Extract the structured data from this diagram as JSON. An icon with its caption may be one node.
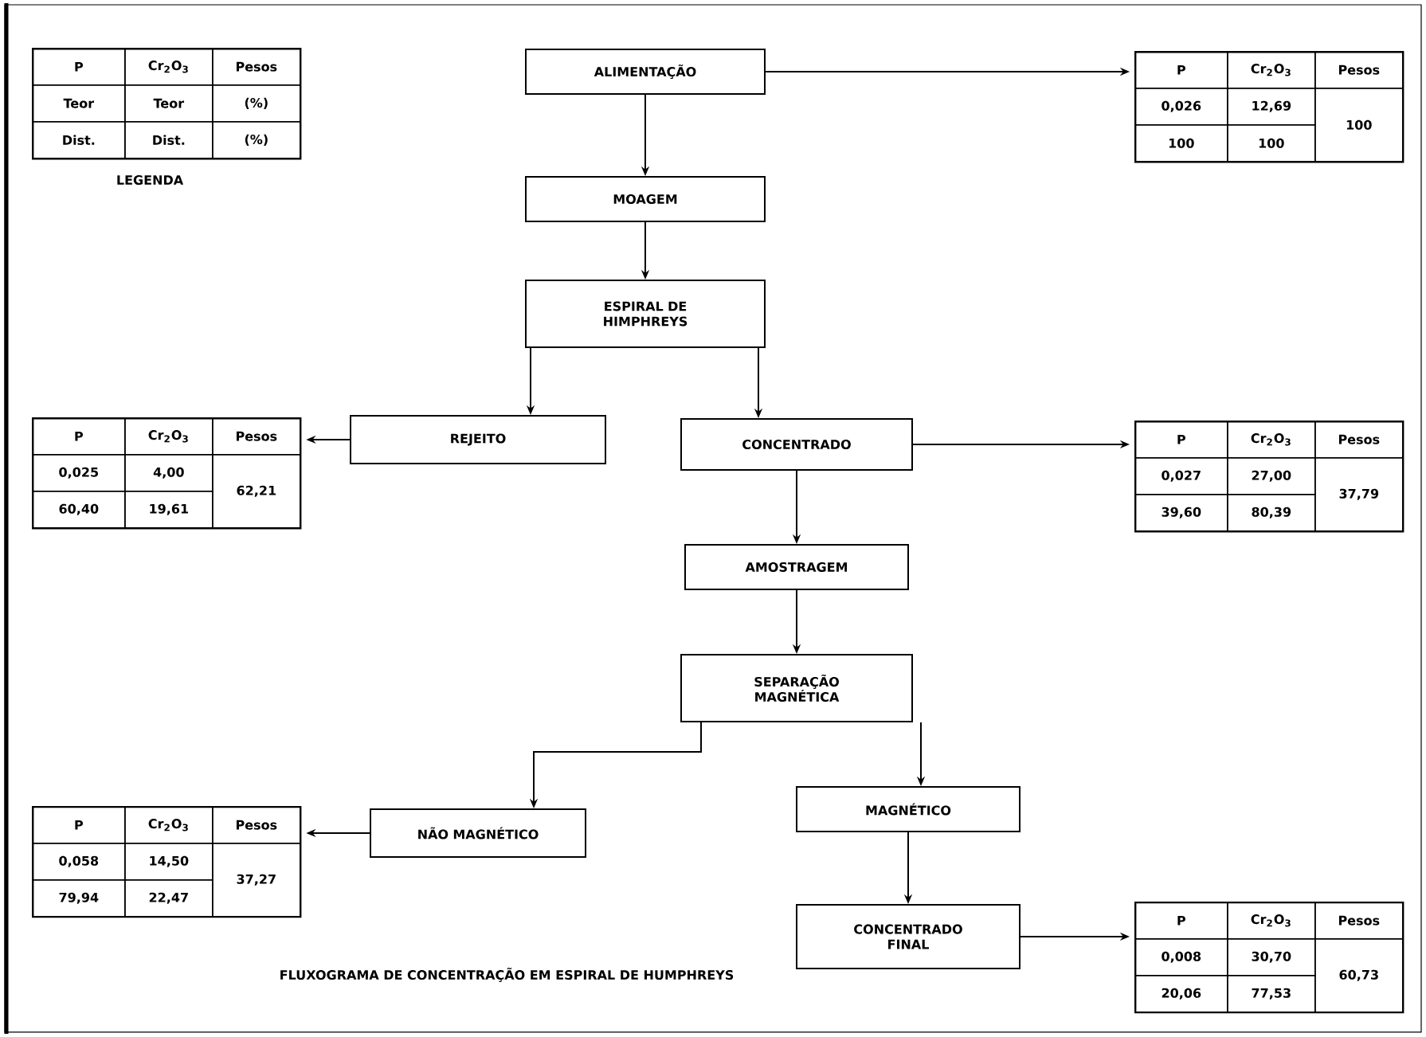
{
  "diagram": {
    "caption": "FLUXOGRAMA DE CONCENTRAÇÃO EM ESPIRAL DE HUMPHREYS",
    "nodes": [
      {
        "text": [
          "ALIMENTAÇÃO"
        ]
      },
      {
        "text": [
          "MOAGEM"
        ]
      },
      {
        "text": [
          "ESPIRAL DE HIMPHREYS"
        ]
      },
      {
        "text": [
          "REJEITO"
        ]
      },
      {
        "text": [
          "CONCENTRADO"
        ]
      },
      {
        "text": [
          "AMOSTRAGEM"
        ]
      },
      {
        "text": [
          "SEPARAÇÃO MAGNÉTICA"
        ]
      },
      {
        "text": [
          "NÃO MAGNÉTICO"
        ]
      },
      {
        "text": [
          "MAGNÉTICO"
        ]
      },
      {
        "text": [
          "CONCENTRADO FINAL"
        ]
      },
      {
        "text": [
          "P",
          "Cr$_{2}$O$_{3}$",
          "Pesos",
          "Teor",
          "Teor",
          "(%)",
          "Dist.",
          "Dist.",
          "(%)"
        ],
        "beside": [
          "LEGENDA"
        ]
      },
      {
        "text": [
          "P",
          "Cr$_{2}$O$_{3}$",
          "Pesos",
          "0,026",
          "12,69",
          "100",
          "100",
          "100"
        ]
      },
      {
        "text": [
          "P",
          "Cr$_{2}$O$_{3}$",
          "Pesos",
          "0,025",
          "4,00",
          "62,21",
          "60,40",
          "19,61"
        ]
      },
      {
        "text": [
          "P",
          "Cr$_{2}$O$_{3}$",
          "Pesos",
          "0,027",
          "27,00",
          "37,79",
          "39,60",
          "80,39"
        ]
      },
      {
        "text": [
          "P",
          "Cr$_{2}$O$_{3}$",
          "Pesos",
          "0,058",
          "14,50",
          "37,27",
          "79,94",
          "22,47"
        ]
      },
      {
        "text": [
          "P",
          "Cr$_{2}$O$_{3}$",
          "Pesos",
          "0,008",
          "30,70",
          "60,73",
          "20,06",
          "77,53"
        ]
      }
    ],
    "edges": [
      {
        "from": 0,
        "to": 1,
        "arrow": "to"
      },
      {
        "from": 1,
        "to": 2,
        "arrow": "to"
      },
      {
        "from": 2,
        "to": 3,
        "arrow": "to"
      },
      {
        "from": 2,
        "to": 4,
        "arrow": "to"
      },
      {
        "from": 4,
        "to": 5,
        "arrow": "to"
      },
      {
        "from": 5,
        "to": 6,
        "arrow": "to"
      },
      {
        "from": 6,
        "to": 7,
        "arrow": "to"
      },
      {
        "from": 6,
        "to": 8,
        "arrow": "to"
      },
      {
        "from": 8,
        "to": 9,
        "arrow": "to"
      },
      {
        "from": 0,
        "to": 11,
        "arrow": "to"
      },
      {
        "from": 3,
        "to": 12,
        "arrow": "to"
      },
      {
        "from": 4,
        "to": 13,
        "arrow": "to"
      },
      {
        "from": 7,
        "to": 14,
        "arrow": "to"
      },
      {
        "from": 9,
        "to": 15,
        "arrow": "to"
      }
    ]
  }
}
